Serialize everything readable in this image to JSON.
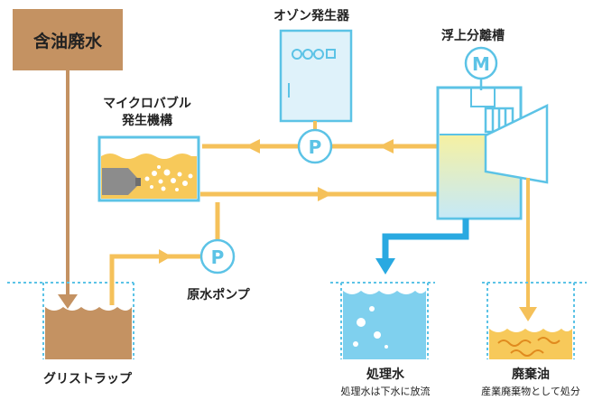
{
  "oil_wastewater": "含油廃水",
  "ozone_generator": "オゾン発生器",
  "flotation_tank": "浮上分離槽",
  "motor_symbol": "M",
  "microbubble_label_line1": "マイクロバブル",
  "microbubble_label_line2": "発生機構",
  "pump_symbol": "P",
  "raw_water_pump": "原水ポンプ",
  "grease_trap": "グリストラップ",
  "treated_water": "処理水",
  "treated_water_note": "処理水は下水に放流",
  "waste_oil": "廃棄油",
  "waste_oil_note": "産業廃棄物として処分",
  "colors": {
    "brown": "#c49262",
    "flow_arrow": "#f5c15a",
    "blue_outline": "#5cc3e6",
    "light_blue": "#dff2fa",
    "yellow_fill": "#f7c95a"
  }
}
